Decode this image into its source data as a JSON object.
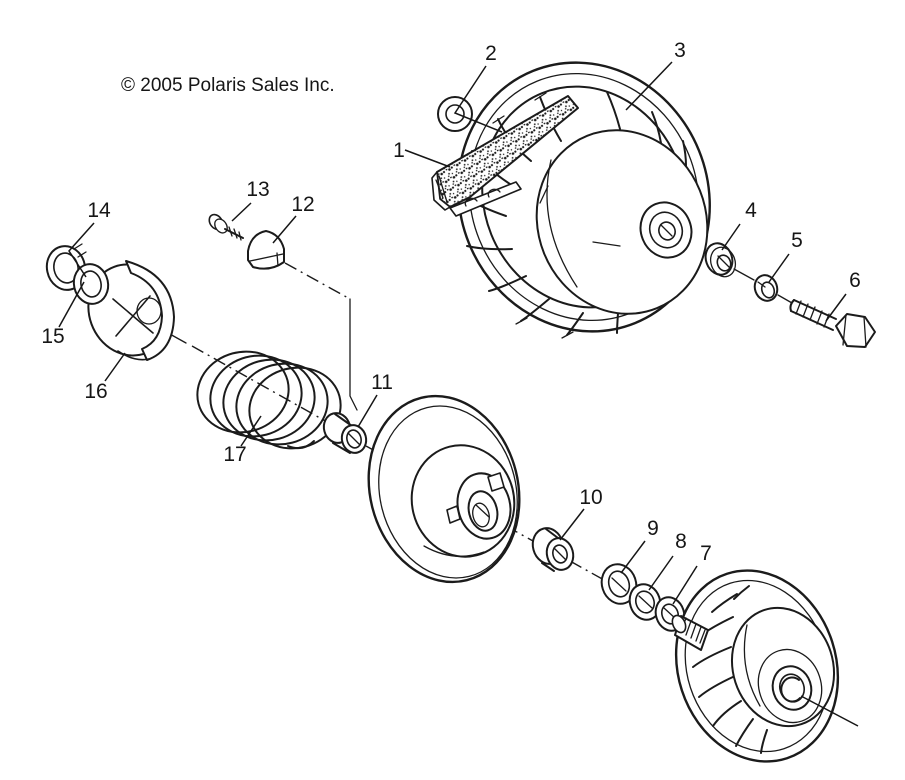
{
  "page": {
    "background": "#ffffff",
    "line_color": "#1b1b1b"
  },
  "copyright": "© 2005 Polaris Sales Inc.",
  "callouts": [
    {
      "label": "1"
    },
    {
      "label": "2"
    },
    {
      "label": "3"
    },
    {
      "label": "4"
    },
    {
      "label": "5"
    },
    {
      "label": "6"
    },
    {
      "label": "7"
    },
    {
      "label": "8"
    },
    {
      "label": "9"
    },
    {
      "label": "10"
    },
    {
      "label": "11"
    },
    {
      "label": "12"
    },
    {
      "label": "13"
    },
    {
      "label": "14"
    },
    {
      "label": "15"
    },
    {
      "label": "16"
    },
    {
      "label": "17"
    }
  ]
}
